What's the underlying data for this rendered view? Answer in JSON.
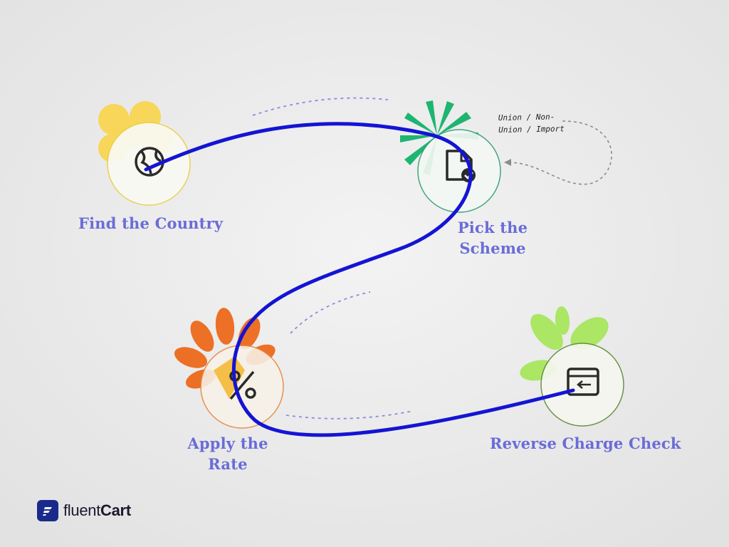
{
  "steps": [
    {
      "label": "Find the Country",
      "icon": "globe-icon",
      "accent": "#f9d54a"
    },
    {
      "label_lines": [
        "Pick the",
        "Scheme"
      ],
      "icon": "document-check-icon",
      "accent": "#12b36b"
    },
    {
      "label_lines": [
        "Apply the",
        "Rate"
      ],
      "icon": "percent-icon",
      "accent": "#ec6a1c"
    },
    {
      "label": "Reverse Charge Check",
      "icon": "invoice-return-icon",
      "accent": "#a6e65a"
    }
  ],
  "annotation": {
    "lines": [
      "Union / Non-",
      "Union / Import"
    ]
  },
  "brand": {
    "prefix": "fluent",
    "suffix": "Cart"
  },
  "colors": {
    "path": "#1414d4",
    "label": "#6a6cd8",
    "dashed_accent": "#8a8ae0",
    "background": "#ececec"
  }
}
